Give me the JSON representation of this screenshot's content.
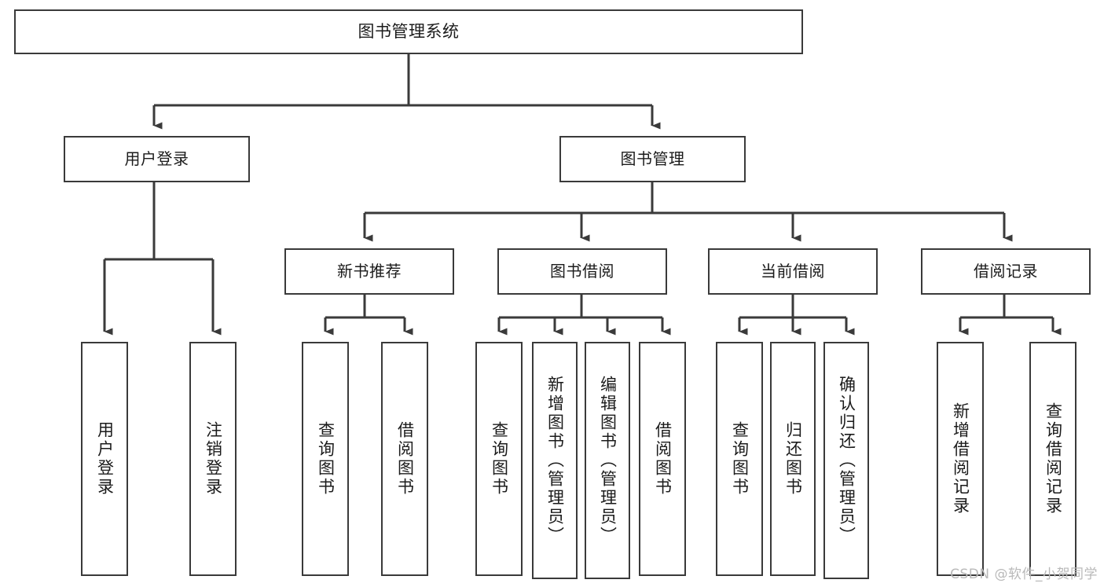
{
  "diagram": {
    "title": "图书管理系统",
    "type": "tree-hierarchy",
    "root": {
      "id": "root",
      "label": "图书管理系统"
    },
    "level1": [
      {
        "id": "user-login",
        "label": "用户登录"
      },
      {
        "id": "book-management",
        "label": "图书管理"
      }
    ],
    "level2": [
      {
        "id": "new-book-recommend",
        "label": "新书推荐",
        "parent": "book-management"
      },
      {
        "id": "book-borrow",
        "label": "图书借阅",
        "parent": "book-management"
      },
      {
        "id": "current-borrow",
        "label": "当前借阅",
        "parent": "book-management"
      },
      {
        "id": "borrow-record",
        "label": "借阅记录",
        "parent": "book-management"
      }
    ],
    "leaves": [
      {
        "id": "leaf-user-login",
        "label": "用户登录",
        "parent": "user-login"
      },
      {
        "id": "leaf-logout-login",
        "label": "注销登录",
        "parent": "user-login"
      },
      {
        "id": "leaf-query-book-1",
        "label": "查询图书",
        "parent": "new-book-recommend"
      },
      {
        "id": "leaf-borrow-book-1",
        "label": "借阅图书",
        "parent": "new-book-recommend"
      },
      {
        "id": "leaf-query-book-2",
        "label": "查询图书",
        "parent": "book-borrow"
      },
      {
        "id": "leaf-add-book",
        "label": "新增图书（管理员）",
        "parent": "book-borrow"
      },
      {
        "id": "leaf-edit-book",
        "label": "编辑图书（管理员）",
        "parent": "book-borrow"
      },
      {
        "id": "leaf-borrow-book-2",
        "label": "借阅图书",
        "parent": "book-borrow"
      },
      {
        "id": "leaf-query-book-3",
        "label": "查询图书",
        "parent": "current-borrow"
      },
      {
        "id": "leaf-return-book",
        "label": "归还图书",
        "parent": "current-borrow"
      },
      {
        "id": "leaf-confirm-return",
        "label": "确认归还（管理员）",
        "parent": "current-borrow"
      },
      {
        "id": "leaf-add-record",
        "label": "新增借阅记录",
        "parent": "borrow-record"
      },
      {
        "id": "leaf-query-record",
        "label": "查询借阅记录",
        "parent": "borrow-record"
      }
    ]
  },
  "watermark": {
    "text": "CSDN @软件_小贺同学"
  },
  "colors": {
    "stroke": "#3a3a3a",
    "text": "#1b1b1b",
    "background": "#ffffff",
    "watermark": "#b9b9b9"
  }
}
